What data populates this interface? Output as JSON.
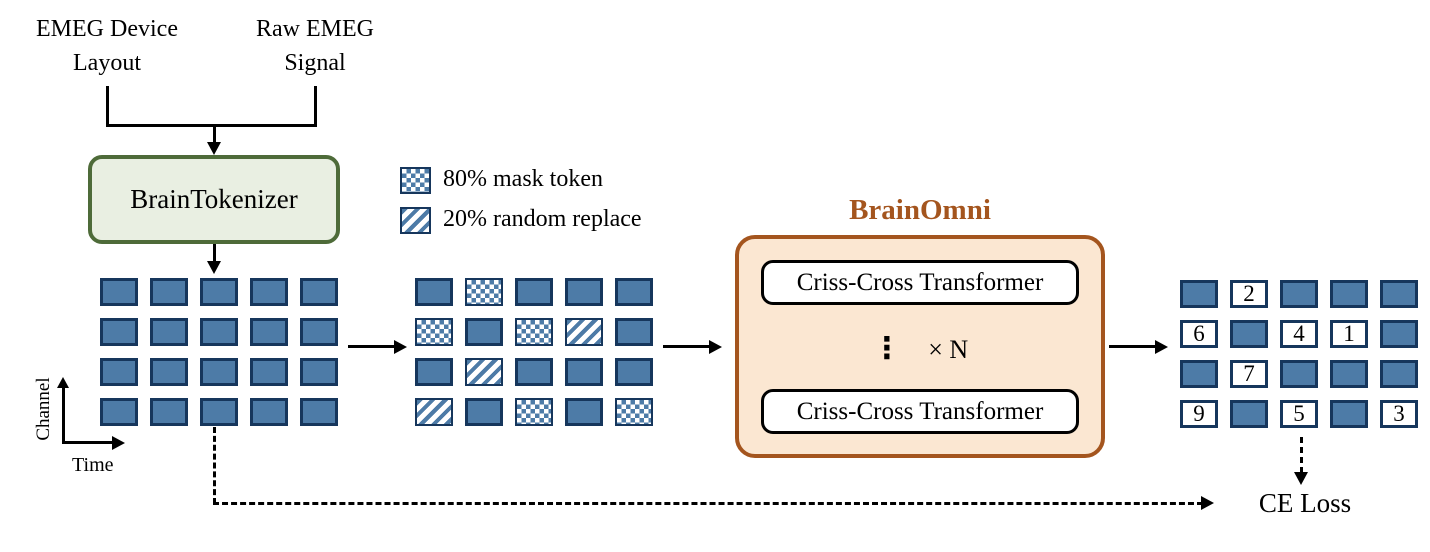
{
  "labels": {
    "input_left_line1": "EMEG Device",
    "input_left_line2": "Layout",
    "input_right_line1": "Raw EMEG",
    "input_right_line2": "Signal",
    "tokenizer": "BrainTokenizer",
    "brainomni_title": "BrainOmni",
    "transformer_top": "Criss-Cross Transformer",
    "transformer_bottom": "Criss-Cross Transformer",
    "repeat_dots": "⋮",
    "repeat_label": "× N",
    "axis_y": "Channel",
    "axis_x": "Time",
    "ce_loss": "CE Loss"
  },
  "legend": [
    {
      "pattern": "mask",
      "label": "80% mask token"
    },
    {
      "pattern": "replace",
      "label": "20% random replace"
    }
  ],
  "colors": {
    "token_fill": "#4d7ba7",
    "token_border": "#16365c",
    "tokenizer_fill": "#e9efe2",
    "tokenizer_border": "#4e6b39",
    "brainomni_fill": "#fbe7d2",
    "brainomni_accent": "#a4551e"
  },
  "grids": {
    "input_tokens": {
      "columns": 5,
      "cells": [
        "token",
        "token",
        "token",
        "token",
        "token",
        "token",
        "token",
        "token",
        "token",
        "token",
        "token",
        "token",
        "token",
        "token",
        "token",
        "token",
        "token",
        "token",
        "token",
        "token"
      ]
    },
    "masked_tokens": {
      "columns": 5,
      "cells": [
        "token",
        "mask",
        "token",
        "token",
        "token",
        "mask",
        "token",
        "mask",
        "replace",
        "token",
        "token",
        "replace",
        "token",
        "token",
        "token",
        "replace",
        "token",
        "mask",
        "token",
        "mask"
      ]
    },
    "output_tokens": {
      "columns": 5,
      "cells": [
        "token",
        "2",
        "token",
        "token",
        "token",
        "6",
        "token",
        "4",
        "1",
        "token",
        "token",
        "7",
        "token",
        "token",
        "token",
        "9",
        "token",
        "5",
        "token",
        "3"
      ]
    }
  }
}
